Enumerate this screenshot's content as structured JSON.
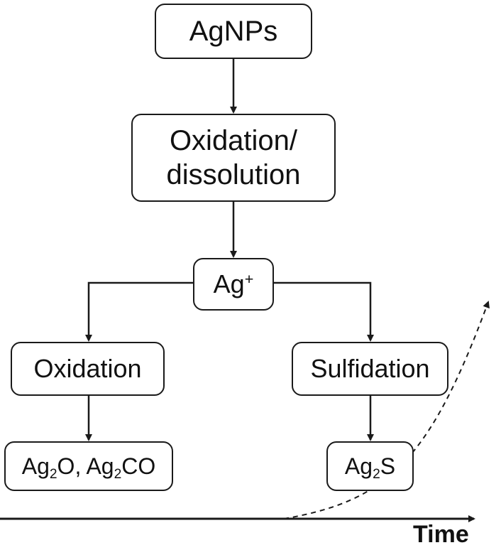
{
  "nodes": {
    "agnps": "AgNPs",
    "oxidation_dissolution": {
      "line1": "Oxidation/",
      "line2": "dissolution"
    },
    "silver_ion": {
      "base": "Ag",
      "charge": "+"
    },
    "oxidation": "Oxidation",
    "sulfidation": "Sulfidation",
    "silver_oxide_carbonate": {
      "ag1": "Ag",
      "sub1": "2",
      "o": "O, ",
      "ag2": "Ag",
      "sub2": "2",
      "co": "CO"
    },
    "silver_sulfide": {
      "ag": "Ag",
      "sub": "2",
      "s": "S"
    }
  },
  "axis": {
    "label": "Time"
  },
  "style": {
    "line_color": "#1a1a1a",
    "background": "#ffffff"
  }
}
